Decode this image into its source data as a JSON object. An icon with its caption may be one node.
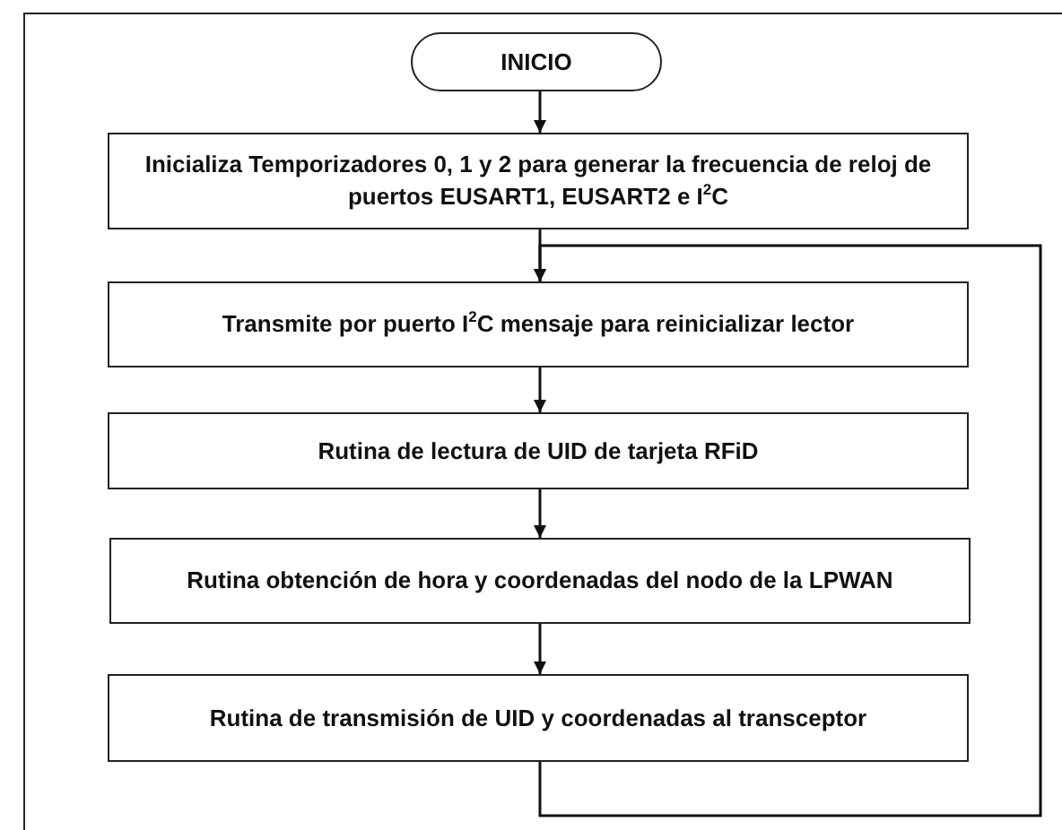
{
  "diagram": {
    "nodes": [
      {
        "text": [
          "INICIO"
        ]
      },
      {
        "text": [
          "Inicializa Temporizadores 0, 1 y 2 para generar la frecuencia de reloj de puertos EUSART1, EUSART2 e I$^{2}$C"
        ]
      },
      {
        "text": [
          "Transmite por puerto I$^{2}$C mensaje para reinicializar lector"
        ]
      },
      {
        "text": [
          "Rutina de lectura de UID de tarjeta RFiD"
        ]
      },
      {
        "text": [
          "Rutina obtención de hora y coordenadas del nodo de la LPWAN"
        ]
      },
      {
        "text": [
          "Rutina de transmisión de UID y coordenadas al transceptor"
        ]
      }
    ],
    "edges": [
      {
        "from": 0,
        "to": 1,
        "arrow": "to"
      },
      {
        "from": 1,
        "to": 2,
        "arrow": "to"
      },
      {
        "from": 2,
        "to": 3,
        "arrow": "to"
      },
      {
        "from": 3,
        "to": 4,
        "arrow": "to"
      },
      {
        "from": 4,
        "to": 5,
        "arrow": "to"
      },
      {
        "from": 5,
        "to": 2,
        "arrow": "to"
      }
    ]
  }
}
